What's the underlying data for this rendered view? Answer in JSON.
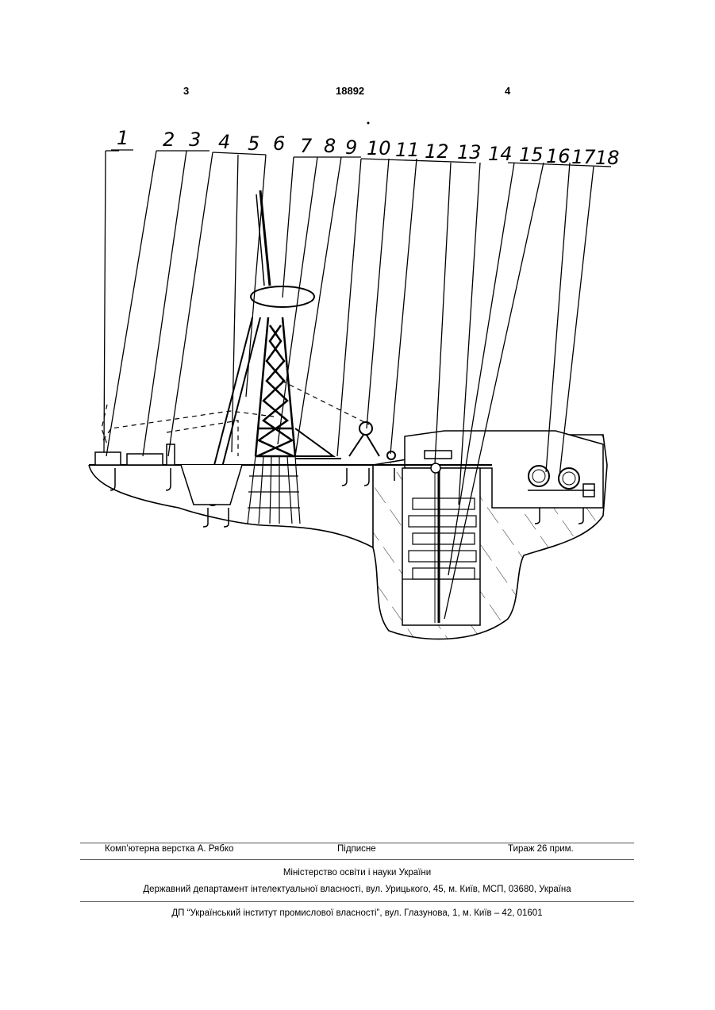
{
  "header": {
    "left": "3",
    "center": "18892",
    "right": "4"
  },
  "figure": {
    "callouts": [
      "1",
      "2",
      "3",
      "4",
      "5",
      "6",
      "7",
      "8",
      "9",
      "10",
      "11",
      "12",
      "13",
      "14",
      "15",
      "16",
      "17",
      "18"
    ]
  },
  "footer": {
    "layout_credit": "Комп’ютерна верстка А. Рябко",
    "signed": "Підписне",
    "circulation": "Тираж 26 прим.",
    "ministry": "Міністерство освіти і науки України",
    "department": "Державний департамент інтелектуальної власності, вул. Урицького, 45, м. Київ, МСП, 03680, Україна",
    "institute": "ДП “Український інститут промислової власності”, вул. Глазунова, 1, м. Київ – 42, 01601"
  }
}
